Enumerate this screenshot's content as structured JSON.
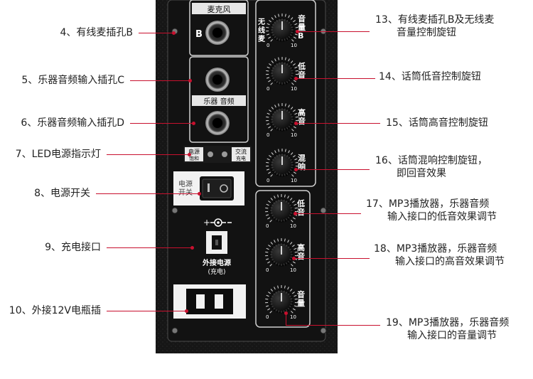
{
  "colors": {
    "leader": "#c8102e",
    "panel": "#161616",
    "box": "#f2f2f2"
  },
  "panel": {
    "mic_label": "麦克风",
    "jack_b_letter": "B",
    "instrument_label": "乐器 音频",
    "led_power_label": "电源",
    "led_power_sub": "饱和",
    "led_ac_label": "交流",
    "led_ac_sub": "充电",
    "switch_label_1": "电源",
    "switch_label_2": "开关",
    "dc_title": "外接电源",
    "dc_sub": "(充电)",
    "knob_scale_low": "0",
    "knob_scale_high": "10",
    "knobs_upper": [
      {
        "left_text": "无线麦",
        "right_text": "音量B"
      },
      {
        "left_text": "",
        "right_text": "低音"
      },
      {
        "left_text": "",
        "right_text": "高音"
      },
      {
        "left_text": "",
        "right_text": "混响"
      }
    ],
    "knobs_lower": [
      {
        "right_text": "低音"
      },
      {
        "right_text": "高音"
      },
      {
        "right_text": "音量"
      }
    ]
  },
  "labels_left": [
    {
      "text": "4、有线麦插孔B"
    },
    {
      "text": "5、乐器音频输入插孔C"
    },
    {
      "text": "6、乐器音频输入插孔D"
    },
    {
      "text": "7、LED电源指示灯"
    },
    {
      "text": "8、电源开关"
    },
    {
      "text": "9、充电接口"
    },
    {
      "text": "10、外接12V电瓶插"
    }
  ],
  "labels_right": [
    {
      "line1": "13、有线麦插孔B及无线麦",
      "line2": "音量控制旋钮"
    },
    {
      "line1": "14、话筒低音控制旋钮",
      "line2": ""
    },
    {
      "line1": "15、话筒高音控制旋钮",
      "line2": ""
    },
    {
      "line1": "16、话筒混响控制旋钮，",
      "line2": "即回音效果"
    },
    {
      "line1": "17、MP3播放器，乐器音频",
      "line2": "输入接口的低音效果调节"
    },
    {
      "line1": "18、MP3播放器，乐器音频",
      "line2": "输入接口的高音效果调节"
    },
    {
      "line1": "19、MP3播放器，乐器音频",
      "line2": "输入接口的音量调节"
    }
  ]
}
